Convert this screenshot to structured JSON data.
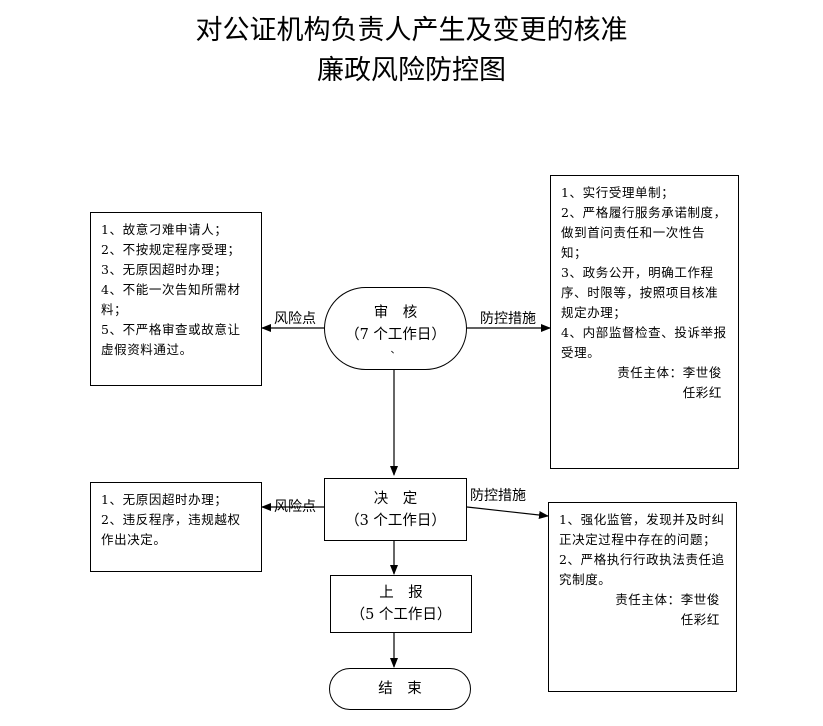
{
  "title": {
    "line1": "对公证机构负责人产生及变更的核准",
    "line2": "廉政风险防控图"
  },
  "nodes": {
    "review": {
      "name": "审　核",
      "duration": "（7 个工作日）",
      "mark": "、"
    },
    "decision": {
      "name": "决　定",
      "duration": "（3 个工作日）"
    },
    "report": {
      "name": "上　报",
      "duration": "（5 个工作日）"
    },
    "end": {
      "name": "结　束"
    }
  },
  "labels": {
    "risk_point_1": "风险点",
    "control_measures_1": "防控措施",
    "risk_point_2": "风险点",
    "control_measures_2": "防控措施"
  },
  "risks_review": [
    "1、故意刁难申请人；",
    "2、不按规定程序受理；",
    "3、无原因超时办理；",
    "4、不能一次告知所需材料；",
    "5、不严格审查或故意让虚假资料通过。"
  ],
  "measures_review": {
    "items": [
      "1、实行受理单制；",
      "2、严格履行服务承诺制度，做到首问责任和一次性告知；",
      "3、政务公开，明确工作程序、时限等，按照项目核准规定办理；",
      "4、内部监督检查、投诉举报受理。"
    ],
    "owner_line1": "责任主体：李世俊",
    "owner_line2": "任彩红"
  },
  "risks_decision": [
    "1、无原因超时办理；",
    "2、违反程序，违规越权作出决定。"
  ],
  "measures_decision": {
    "items": [
      "1、强化监管，发现并及时纠正决定过程中存在的问题；",
      "2、严格执行行政执法责任追究制度。"
    ],
    "owner_line1": "责任主体：李世俊",
    "owner_line2": "任彩红"
  }
}
